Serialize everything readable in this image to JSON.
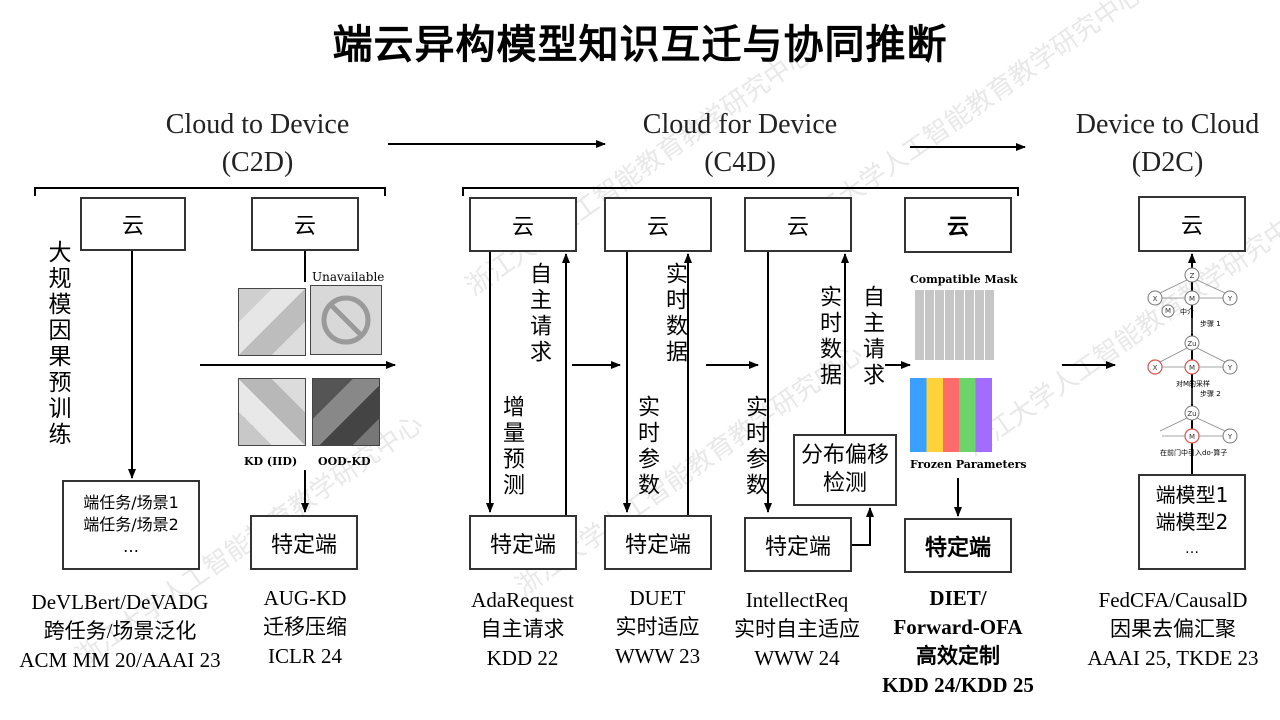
{
  "title": "端云异构模型知识互迁与协同推断",
  "phases": {
    "c2d": {
      "name": "Cloud to Device",
      "abbr": "(C2D)"
    },
    "c4d": {
      "name": "Cloud for Device",
      "abbr": "(C4D)"
    },
    "d2c": {
      "name": "Device to Cloud",
      "abbr": "(D2C)"
    }
  },
  "labels": {
    "cloud": "云",
    "specific_device": "特定端",
    "pretrain": "大规模因果预训练",
    "device_tasks": [
      "端任务/场景1",
      "端任务/场景2",
      "…"
    ],
    "device_models": [
      "端模型1",
      "端模型2",
      "…"
    ],
    "unavailable": "Unavailable",
    "kd_iid": "KD (IID)",
    "ood_kd": "OOD-KD",
    "autonomous_request": "自主请求",
    "incremental_predict": "增量预测",
    "realtime_data": "实时数据",
    "realtime_params": "实时参数",
    "drift_detect": "分布偏移检测",
    "compatible_mask": "Compatible Mask",
    "frozen_params": "Frozen Parameters",
    "causal_step1": "步骤 1",
    "causal_step2": "步骤 2",
    "causal_mid": "中介",
    "causal_sample": "对M的采样",
    "causal_formula": "在前门中引入do-算子"
  },
  "captions": {
    "devlbert": [
      "DeVLBert/DeVADG",
      "跨任务/场景泛化",
      "ACM MM 20/AAAI 23"
    ],
    "augkd": [
      "AUG-KD",
      "迁移压缩",
      "ICLR 24"
    ],
    "adarequest": [
      "AdaRequest",
      "自主请求",
      "KDD 22"
    ],
    "duet": [
      "DUET",
      "实时适应",
      "WWW 23"
    ],
    "intellectreq": [
      "IntellectReq",
      "实时自主适应",
      "WWW 24"
    ],
    "diet": [
      "DIET/",
      "Forward-OFA",
      "高效定制",
      "KDD 24/KDD 25"
    ],
    "fedcfa": [
      "FedCFA/CausalD",
      "因果去偏汇聚",
      "AAAI 25, TKDE 23"
    ]
  },
  "watermark": "浙江大学人工智能教育教学研究中心",
  "colors": {
    "line": "#000000",
    "box_border": "#333333",
    "causal_red": "#d9534f"
  }
}
